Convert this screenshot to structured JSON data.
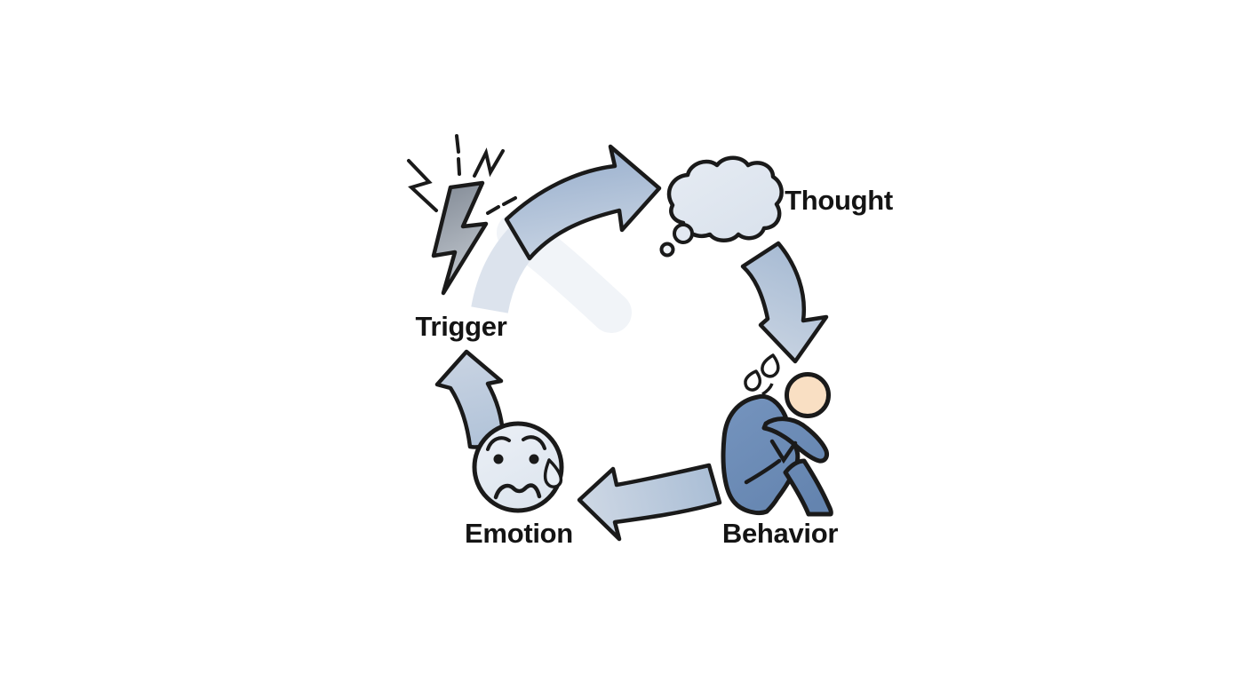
{
  "diagram": {
    "type": "cycle",
    "nodes": {
      "trigger": {
        "label": "Trigger",
        "icon": "lightning-bolt"
      },
      "thought": {
        "label": "Thought",
        "icon": "thought-bubble"
      },
      "behavior": {
        "label": "Behavior",
        "icon": "person-sitting-hunched"
      },
      "emotion": {
        "label": "Emotion",
        "icon": "sad-face-with-tear"
      }
    },
    "flow": [
      "Trigger",
      "Thought",
      "Behavior",
      "Emotion",
      "Trigger"
    ],
    "colors": {
      "background": "#ffffff",
      "outline": "#1a1a1a",
      "label_text": "#141414",
      "arrow_fill_dark": "#a0b5d1",
      "arrow_fill_light": "#ccd7e5",
      "faded_arc": "#dce3ed",
      "bolt_gray_dark": "#8d95a0",
      "bolt_gray_light": "#c3cad2",
      "cloud_fill": "#e0e7f0",
      "face_fill": "#e4eaf2",
      "person_body": "#6e8fba",
      "person_head": "#f9dfc3"
    }
  }
}
